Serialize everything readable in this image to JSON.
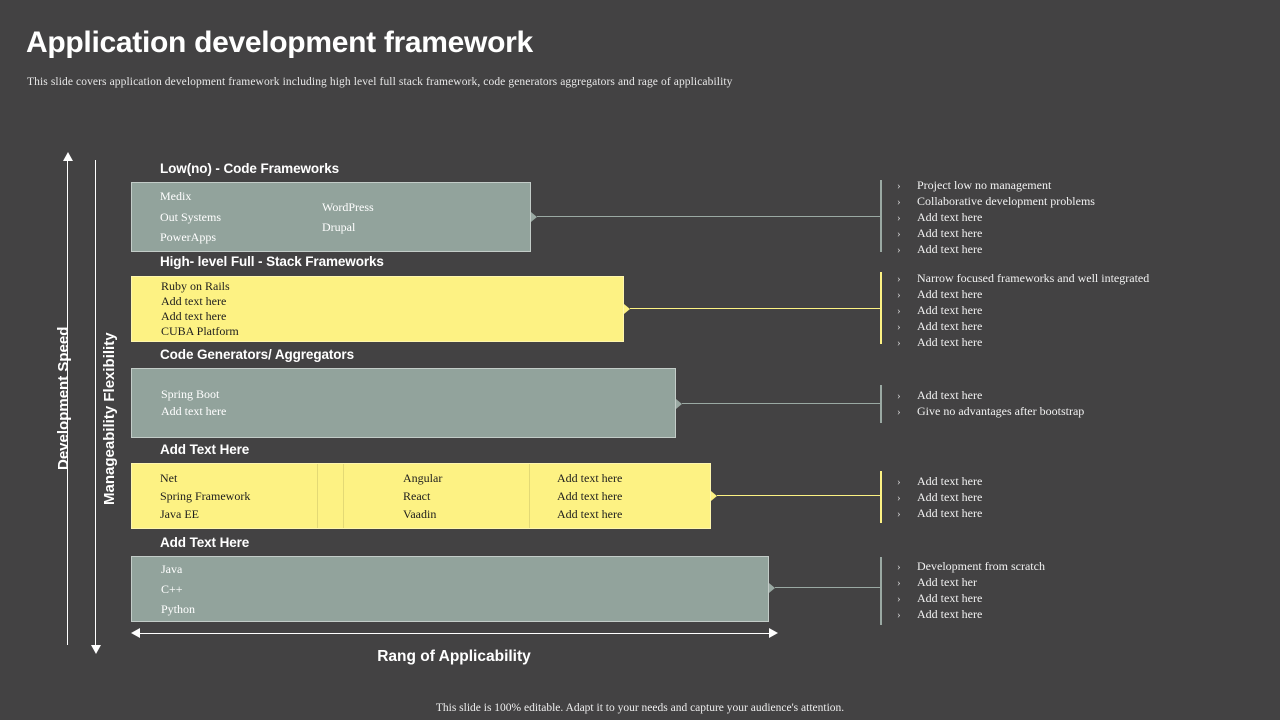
{
  "header": {
    "title": "Application development framework",
    "subtitle": "This slide covers application development framework including  high level full  stack framework, code generators aggregators  and rage  of applicability"
  },
  "axes": {
    "vertical_left": "Development Speed",
    "vertical_right": "Manageability Flexibility",
    "horizontal": "Rang of Applicability"
  },
  "rows": [
    {
      "header": "Low(no) - Code Frameworks",
      "style": "gray",
      "columns": [
        {
          "items": [
            "Medix",
            "Out Systems",
            "PowerApps"
          ]
        },
        {
          "items": [
            "WordPress",
            "Drupal"
          ]
        }
      ],
      "bullets": [
        "Project low no management",
        "Collaborative  development problems",
        "Add text  here",
        "Add text  here",
        "Add text  here"
      ]
    },
    {
      "header": "High- level Full - Stack Frameworks",
      "style": "yellow",
      "columns": [
        {
          "items": [
            "Ruby on Rails",
            "Add text here",
            "Add text here",
            "CUBA Platform"
          ]
        }
      ],
      "bullets": [
        "Narrow focused frameworks  and well  integrated",
        "Add text  here",
        "Add text  here",
        "Add text  here",
        "Add text  here"
      ]
    },
    {
      "header": "Code Generators/ Aggregators",
      "style": "gray",
      "columns": [
        {
          "items": [
            "Spring Boot",
            "Add text here"
          ]
        }
      ],
      "bullets": [
        "Add text  here",
        "Give  no advantages after bootstrap"
      ]
    },
    {
      "header": "Add Text Here",
      "style": "yellow",
      "columns": [
        {
          "items": [
            "Net",
            "Spring Framework",
            "Java EE"
          ]
        },
        {
          "items": [
            "Angular",
            "React",
            "Vaadin"
          ]
        },
        {
          "items": [
            "Add text here",
            "Add text here",
            "Add text here"
          ]
        }
      ],
      "bullets": [
        "Add text  here",
        "Add text  here",
        "Add text  here"
      ]
    },
    {
      "header": "Add Text Here",
      "style": "gray",
      "columns": [
        {
          "items": [
            "Java",
            "C++",
            "Python"
          ]
        }
      ],
      "bullets": [
        "Development from  scratch",
        "Add text  her",
        "Add text  here",
        "Add text  here"
      ]
    }
  ],
  "bullet_marker": "›",
  "footer": "This slide is 100% editable.  Adapt it to your needs and capture your audience's  attention.",
  "colors": {
    "background": "#434243",
    "gray_box": "#92a39c",
    "yellow_box": "#fdf283",
    "text_light": "#ffffff"
  }
}
